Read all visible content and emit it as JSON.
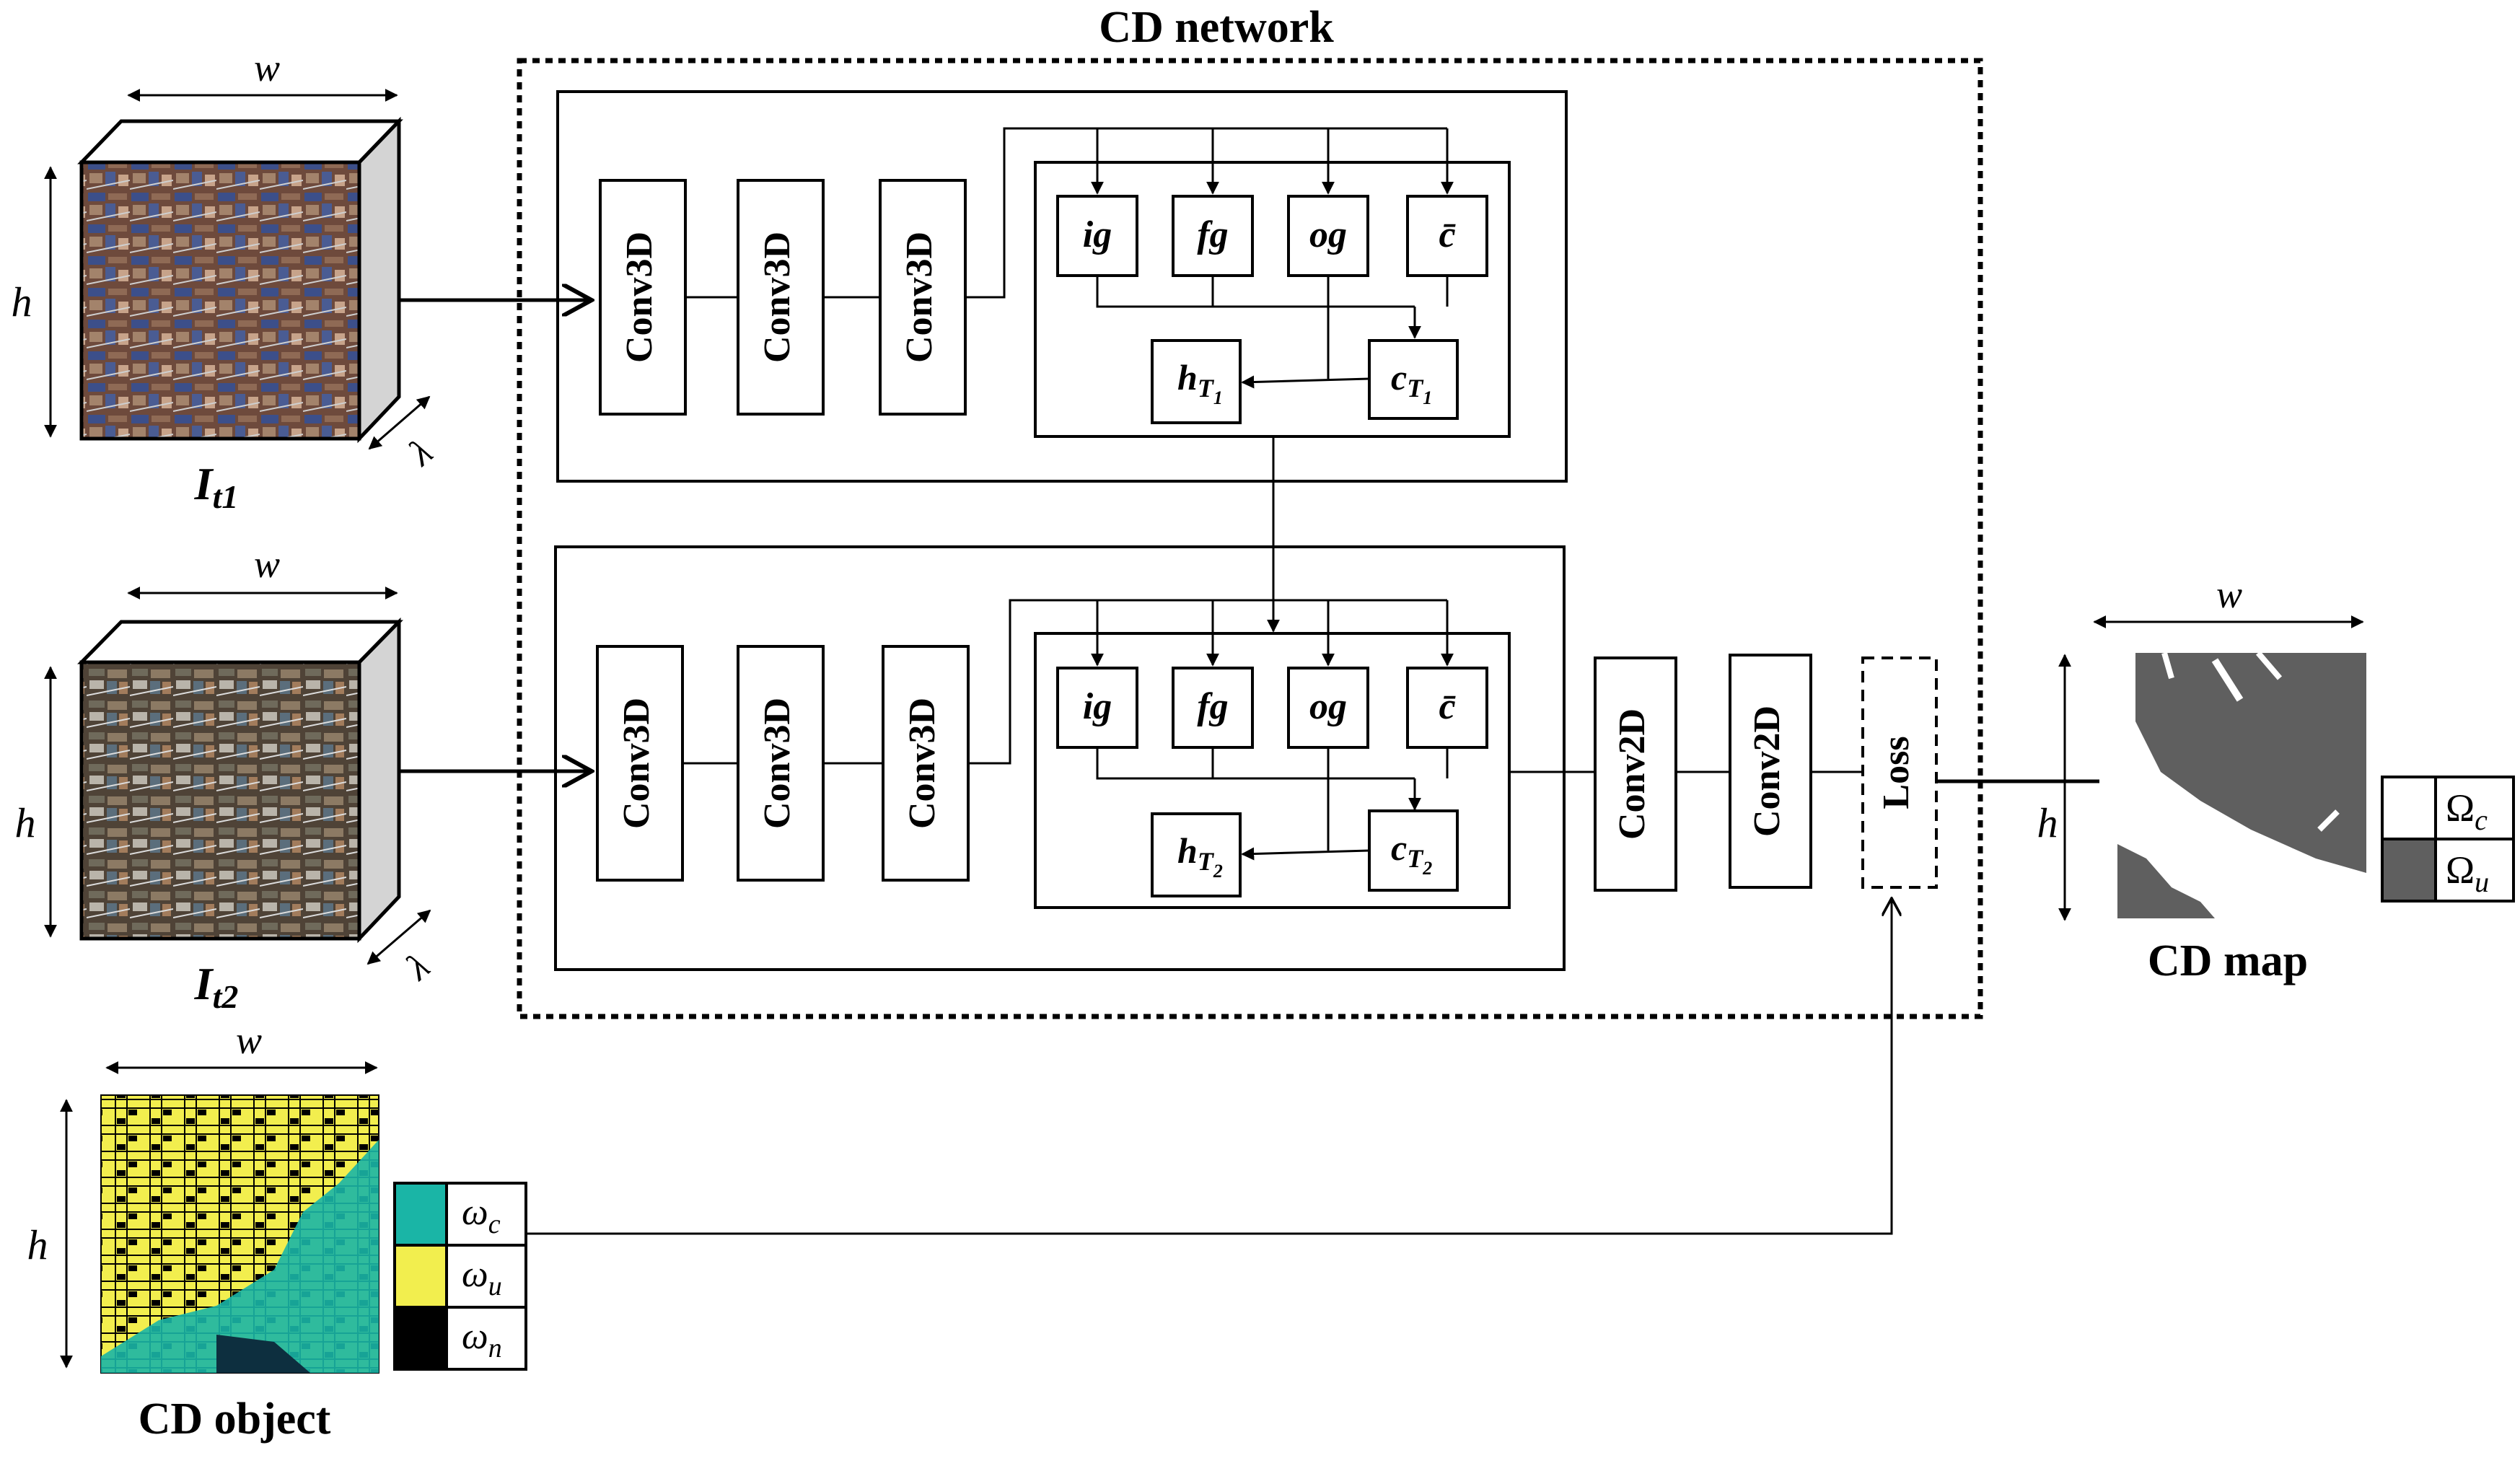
{
  "network": {
    "title": "CD network"
  },
  "inputs": {
    "t1": {
      "label_main": "I",
      "label_sub": "t1",
      "w": "w",
      "h": "h",
      "lambda": "λ"
    },
    "t2": {
      "label_main": "I",
      "label_sub": "t2",
      "w": "w",
      "h": "h",
      "lambda": "λ"
    }
  },
  "conv3d_label": "Conv3D",
  "conv2d_label": "Conv2D",
  "loss_label": "Loss",
  "lstm": {
    "gates": [
      "ig",
      "fg",
      "og",
      "c̄"
    ],
    "t1": {
      "h_main": "h",
      "h_sub": "T",
      "h_subsub": "1",
      "c_main": "c",
      "c_sub": "T",
      "c_subsub": "1"
    },
    "t2": {
      "h_main": "h",
      "h_sub": "T",
      "h_subsub": "2",
      "c_main": "c",
      "c_sub": "T",
      "c_subsub": "2"
    }
  },
  "cd_map": {
    "title": "CD map",
    "w": "w",
    "h": "h",
    "legend": [
      {
        "symbol": "Ω",
        "sub": "c",
        "color": "#ffffff"
      },
      {
        "symbol": "Ω",
        "sub": "u",
        "color": "#5f5f5f"
      }
    ]
  },
  "cd_object": {
    "title": "CD object",
    "w": "w",
    "h": "h",
    "legend": [
      {
        "symbol": "ω",
        "sub": "c",
        "color": "#1ab5a6"
      },
      {
        "symbol": "ω",
        "sub": "u",
        "color": "#f2ee4e"
      },
      {
        "symbol": "ω",
        "sub": "n",
        "color": "#000000"
      }
    ]
  }
}
